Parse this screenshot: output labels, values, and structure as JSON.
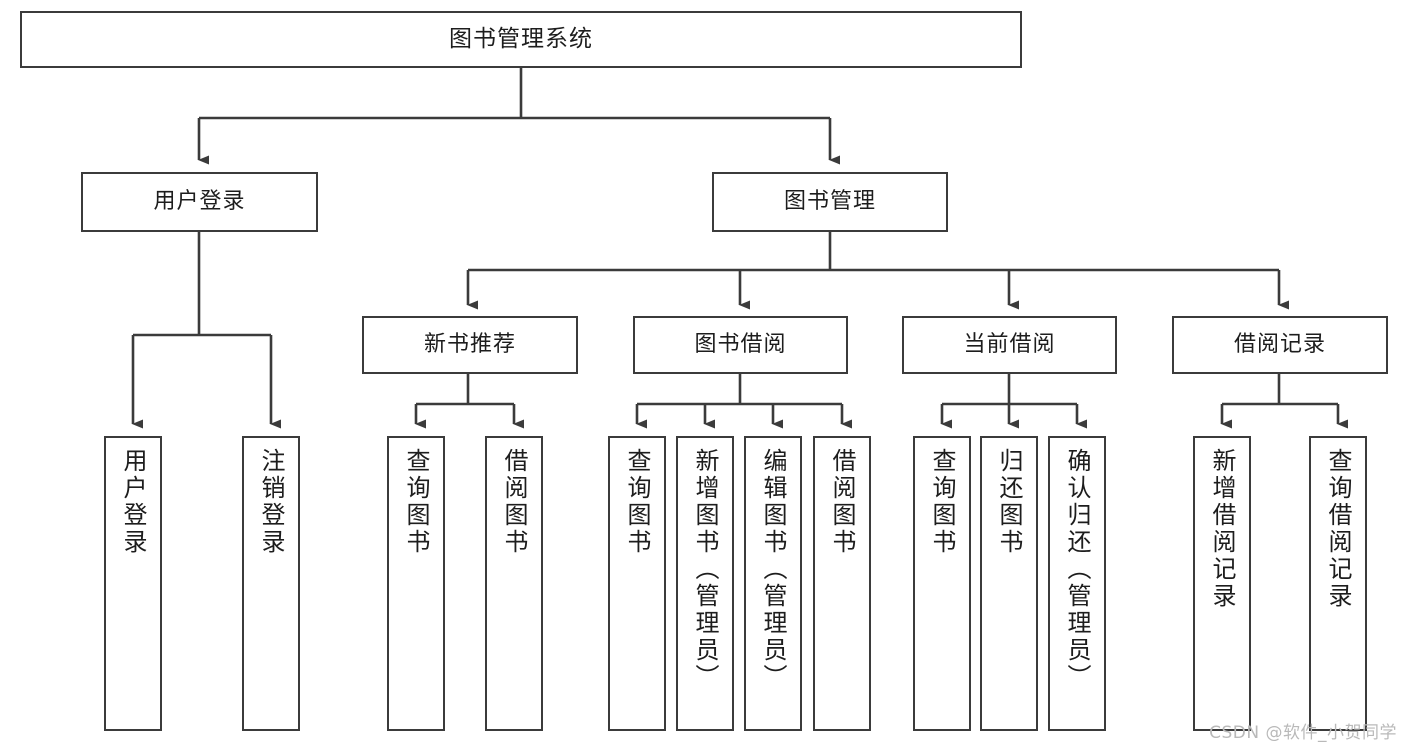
{
  "diagram": {
    "title": "图书管理系统",
    "watermark": "CSDN @软件_小贺同学",
    "line_color": "#3b3b3b",
    "box_fill": "#ffffff",
    "text_color": "#1d1d1d",
    "watermark_color": "#b9b9b9"
  },
  "nodes": {
    "root": {
      "label": "图书管理系统",
      "level": 1
    },
    "l2": [
      {
        "label": "用户登录",
        "level": 2
      },
      {
        "label": "图书管理",
        "level": 2
      }
    ],
    "l3": [
      {
        "label": "新书推荐",
        "level": 3,
        "parent": "图书管理"
      },
      {
        "label": "图书借阅",
        "level": 3,
        "parent": "图书管理"
      },
      {
        "label": "当前借阅",
        "level": 3,
        "parent": "图书管理"
      },
      {
        "label": "借阅记录",
        "level": 3,
        "parent": "图书管理"
      }
    ],
    "leaves": [
      {
        "label": "用户登录",
        "parent": "用户登录",
        "group": "user-login"
      },
      {
        "label": "注销登录",
        "parent": "用户登录",
        "group": "user-login"
      },
      {
        "label": "查询图书",
        "parent": "新书推荐",
        "group": "new-book"
      },
      {
        "label": "借阅图书",
        "parent": "新书推荐",
        "group": "new-book"
      },
      {
        "label": "查询图书",
        "parent": "图书借阅",
        "group": "book-borrow"
      },
      {
        "label": "新增图书（管理员）",
        "parent": "图书借阅",
        "group": "book-borrow"
      },
      {
        "label": "编辑图书（管理员）",
        "parent": "图书借阅",
        "group": "book-borrow"
      },
      {
        "label": "借阅图书",
        "parent": "图书借阅",
        "group": "book-borrow"
      },
      {
        "label": "查询图书",
        "parent": "当前借阅",
        "group": "current-borrow"
      },
      {
        "label": "归还图书",
        "parent": "当前借阅",
        "group": "current-borrow"
      },
      {
        "label": "确认归还（管理员）",
        "parent": "当前借阅",
        "group": "current-borrow"
      },
      {
        "label": "新增借阅记录",
        "parent": "借阅记录",
        "group": "borrow-record"
      },
      {
        "label": "查询借阅记录",
        "parent": "借阅记录",
        "group": "borrow-record"
      }
    ]
  }
}
